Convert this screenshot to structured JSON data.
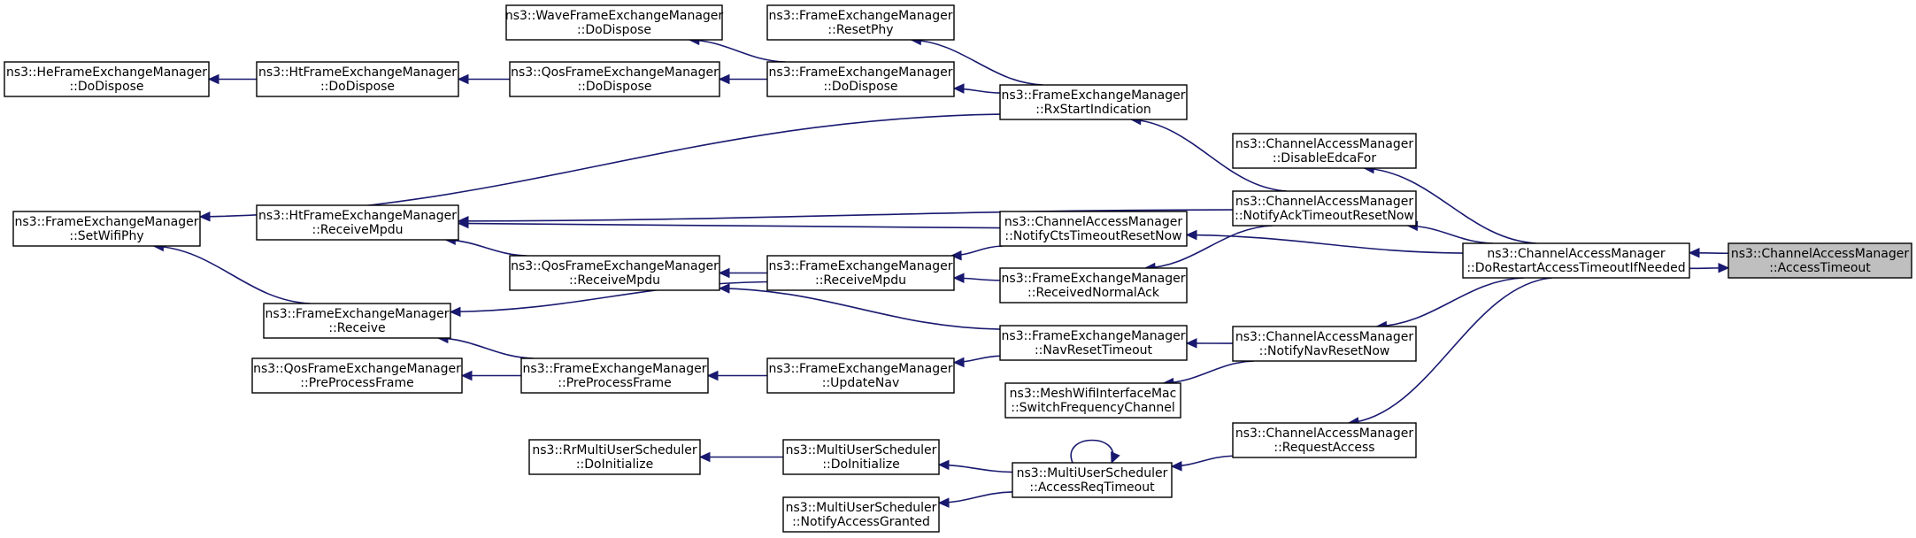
{
  "graph": {
    "nodes": [
      {
        "id": "at",
        "line1": "ns3::ChannelAccessManager",
        "line2": "::AccessTimeout",
        "highlight": true
      },
      {
        "id": "dr",
        "line1": "ns3::ChannelAccessManager",
        "line2": "::DoRestartAccessTimeoutIfNeeded"
      },
      {
        "id": "de",
        "line1": "ns3::ChannelAccessManager",
        "line2": "::DisableEdcaFor"
      },
      {
        "id": "na",
        "line1": "ns3::ChannelAccessManager",
        "line2": "::NotifyAckTimeoutResetNow"
      },
      {
        "id": "nn",
        "line1": "ns3::ChannelAccessManager",
        "line2": "::NotifyNavResetNow"
      },
      {
        "id": "ra",
        "line1": "ns3::ChannelAccessManager",
        "line2": "::RequestAccess"
      },
      {
        "id": "rsi",
        "line1": "ns3::FrameExchangeManager",
        "line2": "::RxStartIndication"
      },
      {
        "id": "nct",
        "line1": "ns3::ChannelAccessManager",
        "line2": "::NotifyCtsTimeoutResetNow"
      },
      {
        "id": "rna",
        "line1": "ns3::FrameExchangeManager",
        "line2": "::ReceivedNormalAck"
      },
      {
        "id": "nrt",
        "line1": "ns3::FrameExchangeManager",
        "line2": "::NavResetTimeout"
      },
      {
        "id": "sfc",
        "line1": "ns3::MeshWifiInterfaceMac",
        "line2": "::SwitchFrequencyChannel"
      },
      {
        "id": "art",
        "line1": "ns3::MultiUserScheduler",
        "line2": "::AccessReqTimeout"
      },
      {
        "id": "rp",
        "line1": "ns3::FrameExchangeManager",
        "line2": "::ResetPhy"
      },
      {
        "id": "fdd",
        "line1": "ns3::FrameExchangeManager",
        "line2": "::DoDispose"
      },
      {
        "id": "frm",
        "line1": "ns3::FrameExchangeManager",
        "line2": "::ReceiveMpdu"
      },
      {
        "id": "un",
        "line1": "ns3::FrameExchangeManager",
        "line2": "::UpdateNav"
      },
      {
        "id": "mdi",
        "line1": "ns3::MultiUserScheduler",
        "line2": "::DoInitialize"
      },
      {
        "id": "mag",
        "line1": "ns3::MultiUserScheduler",
        "line2": "::NotifyAccessGranted"
      },
      {
        "id": "wdd",
        "line1": "ns3::WaveFrameExchangeManager",
        "line2": "::DoDispose"
      },
      {
        "id": "qdd",
        "line1": "ns3::QosFrameExchangeManager",
        "line2": "::DoDispose"
      },
      {
        "id": "qrm",
        "line1": "ns3::QosFrameExchangeManager",
        "line2": "::ReceiveMpdu"
      },
      {
        "id": "fpp",
        "line1": "ns3::FrameExchangeManager",
        "line2": "::PreProcessFrame"
      },
      {
        "id": "rr",
        "line1": "ns3::RrMultiUserScheduler",
        "line2": "::DoInitialize"
      },
      {
        "id": "hdd",
        "line1": "ns3::HtFrameExchangeManager",
        "line2": "::DoDispose"
      },
      {
        "id": "hrm",
        "line1": "ns3::HtFrameExchangeManager",
        "line2": "::ReceiveMpdu"
      },
      {
        "id": "fr",
        "line1": "ns3::FrameExchangeManager",
        "line2": "::Receive"
      },
      {
        "id": "qpp",
        "line1": "ns3::QosFrameExchangeManager",
        "line2": "::PreProcessFrame"
      },
      {
        "id": "hedd",
        "line1": "ns3::HeFrameExchangeManager",
        "line2": "::DoDispose"
      },
      {
        "id": "swp",
        "line1": "ns3::FrameExchangeManager",
        "line2": "::SetWifiPhy"
      }
    ],
    "edges": [
      {
        "from": "at",
        "to": "dr"
      },
      {
        "from": "dr",
        "to": "at"
      },
      {
        "from": "dr",
        "to": "de"
      },
      {
        "from": "dr",
        "to": "na"
      },
      {
        "from": "dr",
        "to": "nct"
      },
      {
        "from": "dr",
        "to": "nn"
      },
      {
        "from": "dr",
        "to": "ra"
      },
      {
        "from": "na",
        "to": "rsi"
      },
      {
        "from": "na",
        "to": "hrm"
      },
      {
        "from": "na",
        "to": "rna"
      },
      {
        "from": "nn",
        "to": "nrt"
      },
      {
        "from": "nn",
        "to": "sfc"
      },
      {
        "from": "ra",
        "to": "art"
      },
      {
        "from": "rsi",
        "to": "rp"
      },
      {
        "from": "rsi",
        "to": "fdd"
      },
      {
        "from": "rsi",
        "to": "swp"
      },
      {
        "from": "nct",
        "to": "frm"
      },
      {
        "from": "nct",
        "to": "hrm"
      },
      {
        "from": "rna",
        "to": "frm"
      },
      {
        "from": "nrt",
        "to": "qrm"
      },
      {
        "from": "nrt",
        "to": "un"
      },
      {
        "from": "art",
        "to": "art"
      },
      {
        "from": "art",
        "to": "mdi"
      },
      {
        "from": "art",
        "to": "mag"
      },
      {
        "from": "fdd",
        "to": "wdd"
      },
      {
        "from": "fdd",
        "to": "qdd"
      },
      {
        "from": "frm",
        "to": "qrm"
      },
      {
        "from": "frm",
        "to": "fr"
      },
      {
        "from": "un",
        "to": "fpp"
      },
      {
        "from": "mdi",
        "to": "rr"
      },
      {
        "from": "qdd",
        "to": "hdd"
      },
      {
        "from": "qrm",
        "to": "hrm"
      },
      {
        "from": "fpp",
        "to": "fr"
      },
      {
        "from": "fpp",
        "to": "qpp"
      },
      {
        "from": "hdd",
        "to": "hedd"
      },
      {
        "from": "fr",
        "to": "swp"
      }
    ]
  },
  "colors": {
    "edge": "#191970",
    "highlight_fill": "#bfbfbf",
    "node_fill": "#ffffff",
    "node_stroke": "#000000"
  }
}
